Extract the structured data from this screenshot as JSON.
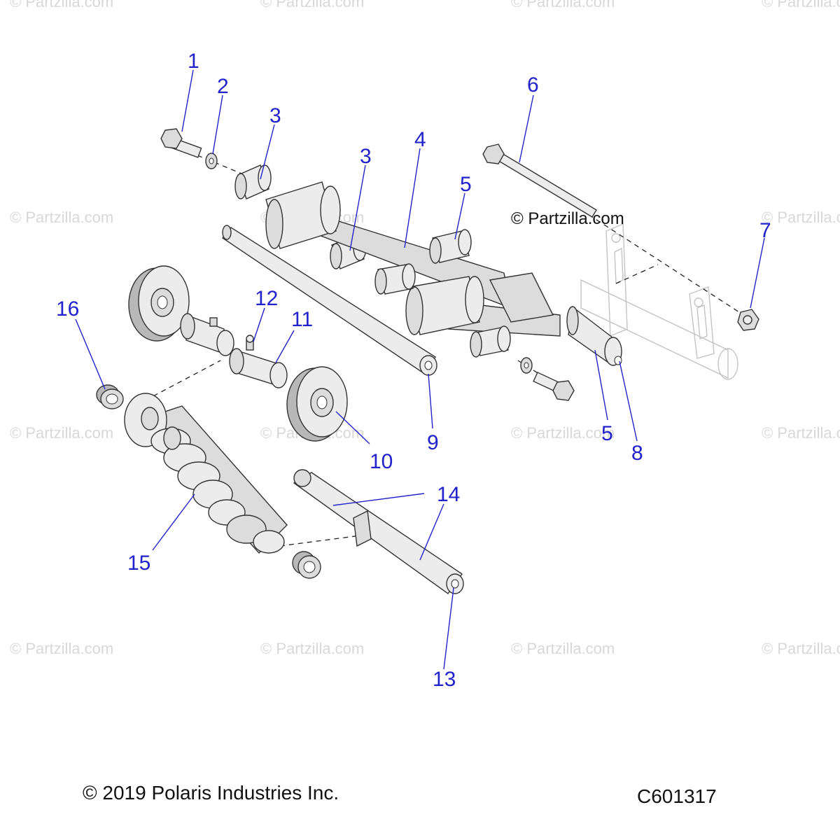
{
  "watermark_text": "© Partzilla.com",
  "brand_text": "© Partzilla.com",
  "copyright": "© 2019 Polaris Industries Inc.",
  "diagram_code": "C601317",
  "callouts": {
    "c1": "1",
    "c2": "2",
    "c3a": "3",
    "c3b": "3",
    "c4": "4",
    "c5a": "5",
    "c5b": "5",
    "c6": "6",
    "c7": "7",
    "c8": "8",
    "c9": "9",
    "c10": "10",
    "c11": "11",
    "c12": "12",
    "c13": "13",
    "c14": "14",
    "c15": "15",
    "c16": "16"
  },
  "colors": {
    "callout": "#2222cc",
    "watermark": "#d8d8d8",
    "part_fill": "#dcdcdc",
    "outline": "#333333"
  }
}
